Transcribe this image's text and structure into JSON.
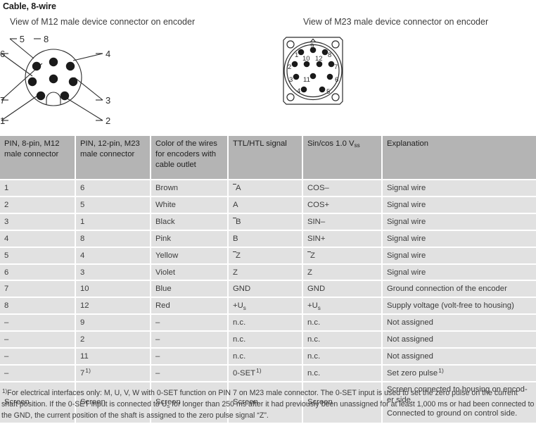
{
  "section": {
    "title": "Cable, 8-wire"
  },
  "diagrams": {
    "m12": {
      "caption": "View of M12 male device connector on encoder",
      "pin_labels": [
        "1",
        "2",
        "3",
        "4",
        "5",
        "6",
        "7",
        "8"
      ]
    },
    "m23": {
      "caption": "View of M23 male device connector on encoder",
      "pin_labels": [
        "1",
        "2",
        "3",
        "4",
        "5",
        "6",
        "7",
        "8",
        "9",
        "10",
        "11",
        "12"
      ]
    }
  },
  "table": {
    "headers": [
      "PIN, 8-pin, M12 male connector",
      "PIN, 12-pin, M23 male connector",
      "Color of the wires for encoders with cable outlet",
      "TTL/HTL signal",
      "Sin/cos 1.0 Vss",
      "Explanation"
    ],
    "rows": [
      {
        "m12": "1",
        "m23": "6",
        "color": "Brown",
        "ttl": "A",
        "ttl_overline": true,
        "sincos": "COS–",
        "sincos_overline": false,
        "explanation": [
          "Signal wire"
        ]
      },
      {
        "m12": "2",
        "m23": "5",
        "color": "White",
        "ttl": "A",
        "ttl_overline": false,
        "sincos": "COS+",
        "sincos_overline": false,
        "explanation": [
          "Signal wire"
        ]
      },
      {
        "m12": "3",
        "m23": "1",
        "color": "Black",
        "ttl": "B",
        "ttl_overline": true,
        "sincos": "SIN–",
        "sincos_overline": false,
        "explanation": [
          "Signal wire"
        ]
      },
      {
        "m12": "4",
        "m23": "8",
        "color": "Pink",
        "ttl": "B",
        "ttl_overline": false,
        "sincos": "SIN+",
        "sincos_overline": false,
        "explanation": [
          "Signal wire"
        ]
      },
      {
        "m12": "5",
        "m23": "4",
        "color": "Yellow",
        "ttl": "Z",
        "ttl_overline": true,
        "sincos": "Z",
        "sincos_overline": true,
        "explanation": [
          "Signal wire"
        ]
      },
      {
        "m12": "6",
        "m23": "3",
        "color": "Violet",
        "ttl": "Z",
        "ttl_overline": false,
        "sincos": "Z",
        "sincos_overline": false,
        "explanation": [
          "Signal wire"
        ]
      },
      {
        "m12": "7",
        "m23": "10",
        "color": "Blue",
        "ttl": "GND",
        "ttl_overline": false,
        "sincos": "GND",
        "sincos_overline": false,
        "explanation": [
          "Ground connection of the encoder"
        ]
      },
      {
        "m12": "8",
        "m23": "12",
        "color": "Red",
        "ttl": "+Us",
        "ttl_overline": false,
        "ttl_sub": "s",
        "ttl_base": "+U",
        "sincos": "+Us",
        "sincos_overline": false,
        "sincos_sub": "s",
        "sincos_base": "+U",
        "explanation": [
          "Supply voltage (volt-free to housing)"
        ]
      },
      {
        "m12": "–",
        "m23": "9",
        "color": "–",
        "ttl": "n.c.",
        "ttl_overline": false,
        "sincos": "n.c.",
        "sincos_overline": false,
        "explanation": [
          "Not assigned"
        ]
      },
      {
        "m12": "–",
        "m23": "2",
        "color": "–",
        "ttl": "n.c.",
        "ttl_overline": false,
        "sincos": "n.c.",
        "sincos_overline": false,
        "explanation": [
          "Not assigned"
        ]
      },
      {
        "m12": "–",
        "m23": "11",
        "color": "–",
        "ttl": "n.c.",
        "ttl_overline": false,
        "sincos": "n.c.",
        "sincos_overline": false,
        "explanation": [
          "Not assigned"
        ]
      },
      {
        "m12": "–",
        "m23": "7",
        "m23_footnote": "1)",
        "color": "–",
        "ttl": "0-SET",
        "ttl_footnote": "1)",
        "ttl_overline": false,
        "sincos": "n.c.",
        "sincos_overline": false,
        "explanation": [
          "Set zero pulse"
        ],
        "explanation_footnote": "1)"
      },
      {
        "m12": "Screen",
        "m23": "Screen",
        "color": "Screen",
        "ttl": "Screen",
        "ttl_overline": false,
        "sincos": "Screen",
        "sincos_overline": false,
        "explanation": [
          "Screen connected to housing on encod-er side.",
          "Connected to ground on control side."
        ],
        "is_screen_row": true
      }
    ]
  },
  "footnote": {
    "marker": "1)",
    "text_part1": "For electrical interfaces only: M, U, V, W with 0-SET function on PIN 7 on M23 male connector. The 0-SET input is used to set the zero pulse on the current shaft position. If the 0-SET input is connected to U",
    "sub": "s",
    "text_part2": " for longer than 250 ms after it had previously been unassigned for at least 1,000 ms or had been connected to the GND, the current position of the shaft is assigned to the zero pulse signal “Z”."
  },
  "colors": {
    "header_bg": "#b4b4b4",
    "row_bg": "#e1e1e1",
    "separator": "#ffffff",
    "text": "#3c3c3c",
    "diagram_stroke": "#2b2b2b",
    "pin_fill": "#1a1a1a"
  }
}
